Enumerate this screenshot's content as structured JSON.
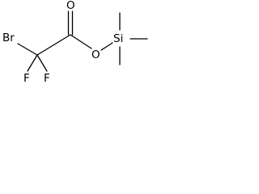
{
  "molecule": {
    "atoms": {
      "bromine": "Br",
      "fluorine_1": "F",
      "fluorine_2": "F",
      "carbonyl_oxygen": "O",
      "ester_oxygen": "O",
      "silicon": "Si"
    }
  },
  "colors": {
    "background": "#ffffff",
    "ink": "#000000"
  }
}
